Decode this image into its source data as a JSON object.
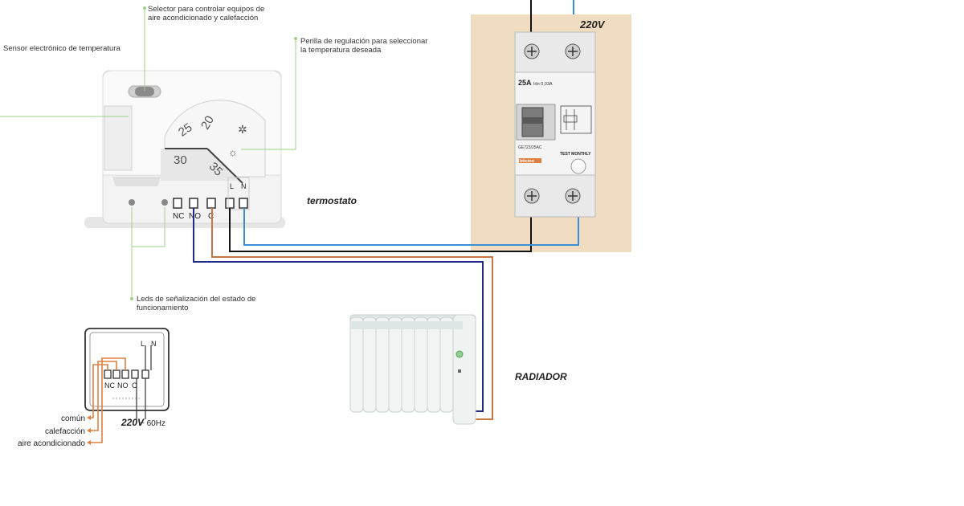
{
  "annotations": {
    "selector": "Selector para controlar equipos de\naire acondicionado y calefacción",
    "sensor": "Sensor electrónico de temperatura",
    "knob": "Perilla de regulación para seleccionar\nla temperatura deseada",
    "leds": "Leds de señalización del estado de\nfuncionamiento"
  },
  "labels": {
    "termostato": "termostato",
    "radiador": "RADIADOR",
    "voltage_top": "220V",
    "voltage_bottom": "220V",
    "hz": "~ 60Hz"
  },
  "thermostat": {
    "dial_numbers": [
      "20",
      "25",
      "30",
      "35"
    ],
    "terminals": [
      "NC",
      "NO",
      "C"
    ],
    "line_terminals": [
      "L",
      "N"
    ]
  },
  "small_diagram": {
    "terminals": [
      "NC",
      "NO",
      "C"
    ],
    "line_terminals": [
      "L",
      "N"
    ],
    "legend": [
      "común",
      "calefacción",
      "aire acondicionado"
    ]
  },
  "breaker": {
    "rating": "25A",
    "sensitivity": "Idn 0,03A",
    "model": "GE723/25AC",
    "brand": "bticino",
    "test_label": "TEST MONTHLY"
  },
  "colors": {
    "wire_black": "#111111",
    "wire_blue": "#3b8fd6",
    "wire_navy": "#1f2a8a",
    "wire_orange": "#c87540",
    "panel_bg": "#f0dcc0",
    "annotation_green": "#9ed08a"
  }
}
